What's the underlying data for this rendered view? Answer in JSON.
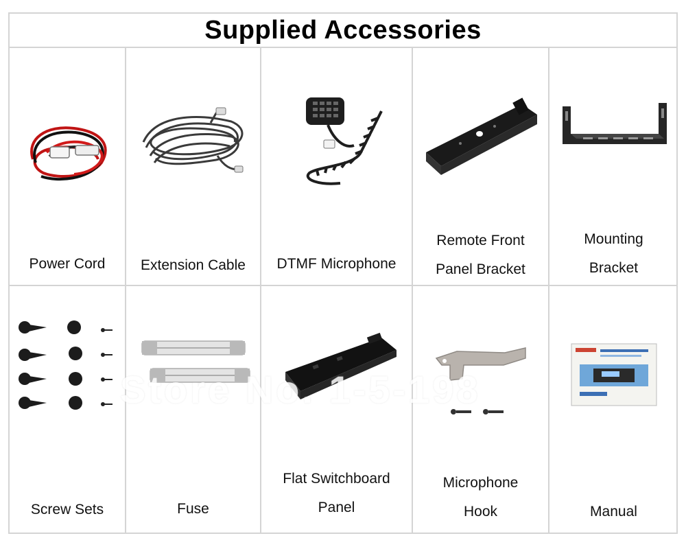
{
  "title": "Supplied Accessories",
  "watermark": "Store No. 1-5-198",
  "items": [
    {
      "name": "Power Cord",
      "line1": "Power Cord",
      "line2": "",
      "icon": "power-cord-icon"
    },
    {
      "name": "Extension Cable",
      "line1": "Extension Cable",
      "line2": "",
      "icon": "extension-cable-icon"
    },
    {
      "name": "DTMF Microphone",
      "line1": "DTMF Microphone",
      "line2": "",
      "icon": "microphone-icon"
    },
    {
      "name": "Remote Front Panel Bracket",
      "line1": "Remote Front",
      "line2": "Panel Bracket",
      "icon": "front-panel-bracket-icon"
    },
    {
      "name": "Mounting Bracket",
      "line1": "Mounting",
      "line2": "Bracket",
      "icon": "mounting-bracket-icon"
    },
    {
      "name": "Screw Sets",
      "line1": "Screw Sets",
      "line2": "",
      "icon": "screws-icon"
    },
    {
      "name": "Fuse",
      "line1": "Fuse",
      "line2": "",
      "icon": "fuse-icon"
    },
    {
      "name": "Flat Switchboard Panel",
      "line1": "Flat Switchboard",
      "line2": "Panel",
      "icon": "switchboard-panel-icon"
    },
    {
      "name": "Microphone Hook",
      "line1": "Microphone",
      "line2": "Hook",
      "icon": "microphone-hook-icon"
    },
    {
      "name": "Manual",
      "line1": "Manual",
      "line2": "",
      "icon": "manual-icon"
    }
  ]
}
